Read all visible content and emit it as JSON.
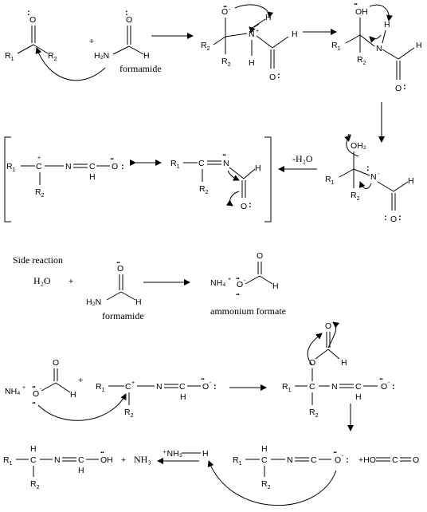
{
  "labels": {
    "formamide": "formamide",
    "side_reaction": "Side reaction",
    "ammonium_formate": "ammonium formate",
    "minus_water": "-H₂O",
    "water": "H₂O",
    "ammonia": "NH₃",
    "plus": "+"
  },
  "atoms": {
    "O": "O",
    "N": "N",
    "C": "C",
    "H": "H",
    "R1": "R",
    "R2": "R",
    "sub1": "1",
    "sub2": "2",
    "H2N": "H₂N",
    "OH": "OH",
    "OH2": "OH₂",
    "NH4": "NH₄",
    "NH3plus": "⁺NH₃",
    "HO": "+HO",
    "charge_plus": "+",
    "charge_minus": "-"
  }
}
